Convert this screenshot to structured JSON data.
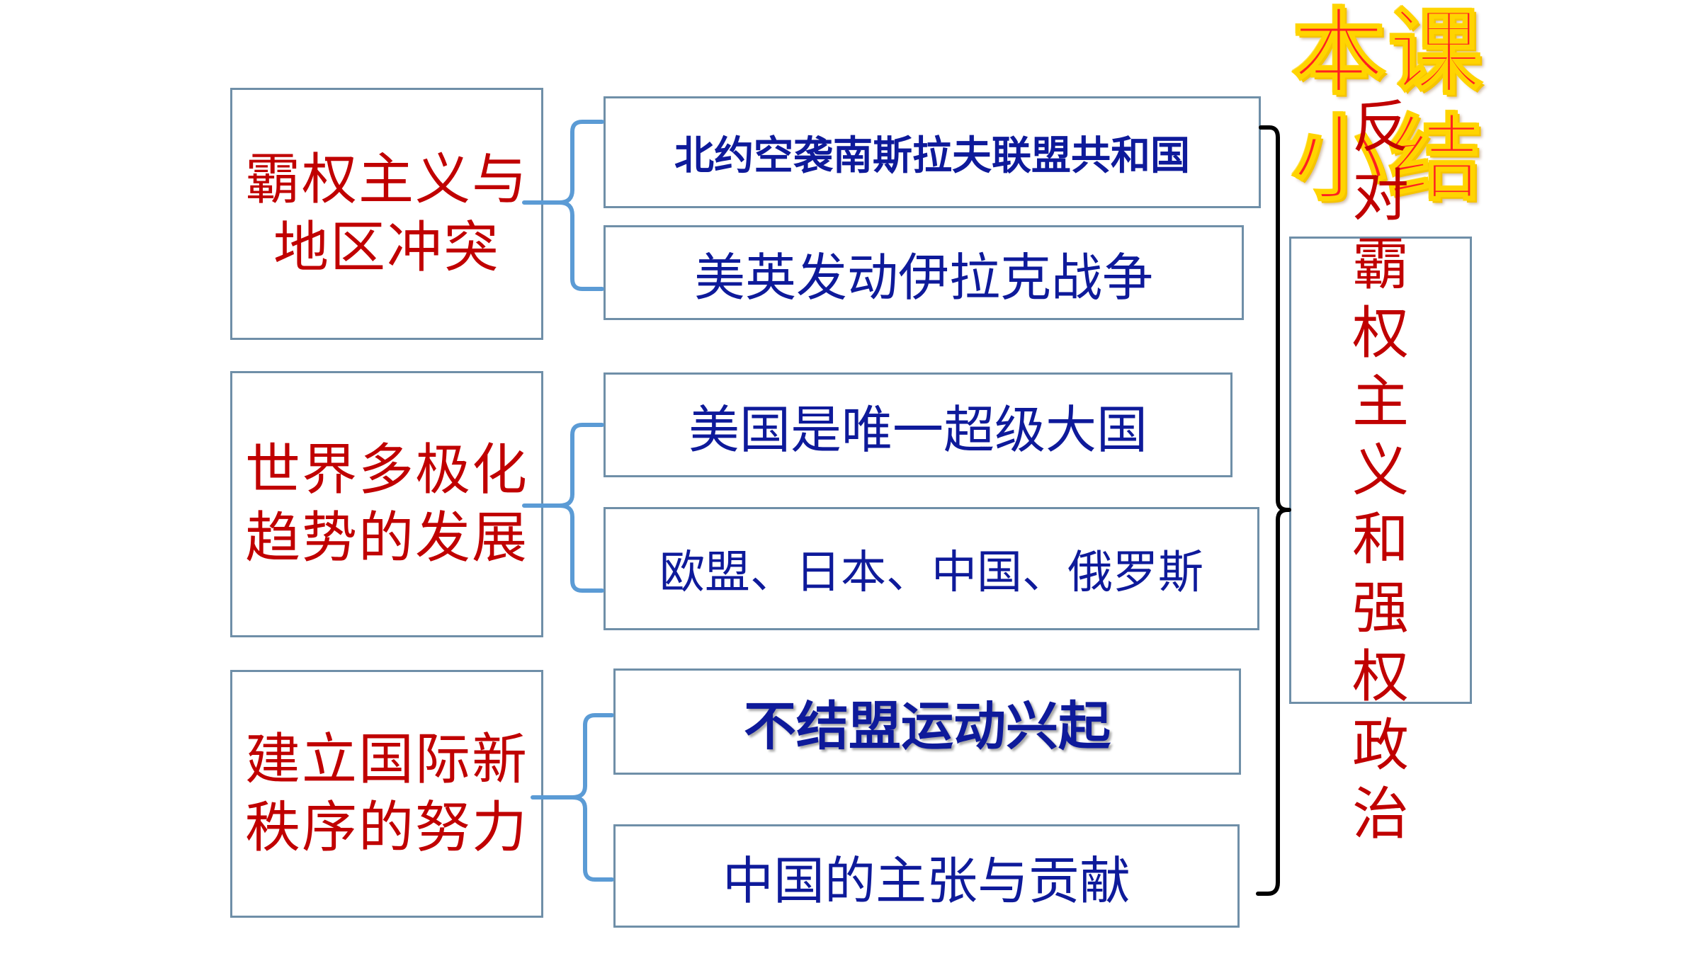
{
  "title": {
    "line1": "本课",
    "line2": "小结"
  },
  "groups": [
    {
      "topic": "霸权主义与\n地区冲突",
      "items": [
        "北约空袭南斯拉夫联盟共和国",
        "美英发动伊拉克战争"
      ]
    },
    {
      "topic": "世界多极化\n趋势的发展",
      "items": [
        "美国是唯一超级大国",
        "欧盟、日本、中国、俄罗斯"
      ]
    },
    {
      "topic": "建立国际新\n秩序的努力",
      "items": [
        "不结盟运动兴起",
        "中国的主张与贡献"
      ]
    }
  ],
  "summary": "反对霸权主义和强权政治",
  "colors": {
    "topic_text": "#c00000",
    "item_text": "#0e1a9a",
    "box_border": "#6f8fa8",
    "brace_blue": "#5b9bd5",
    "brace_black": "#000000",
    "title_fill": "#ff2020",
    "title_outline": "#ffd400"
  }
}
